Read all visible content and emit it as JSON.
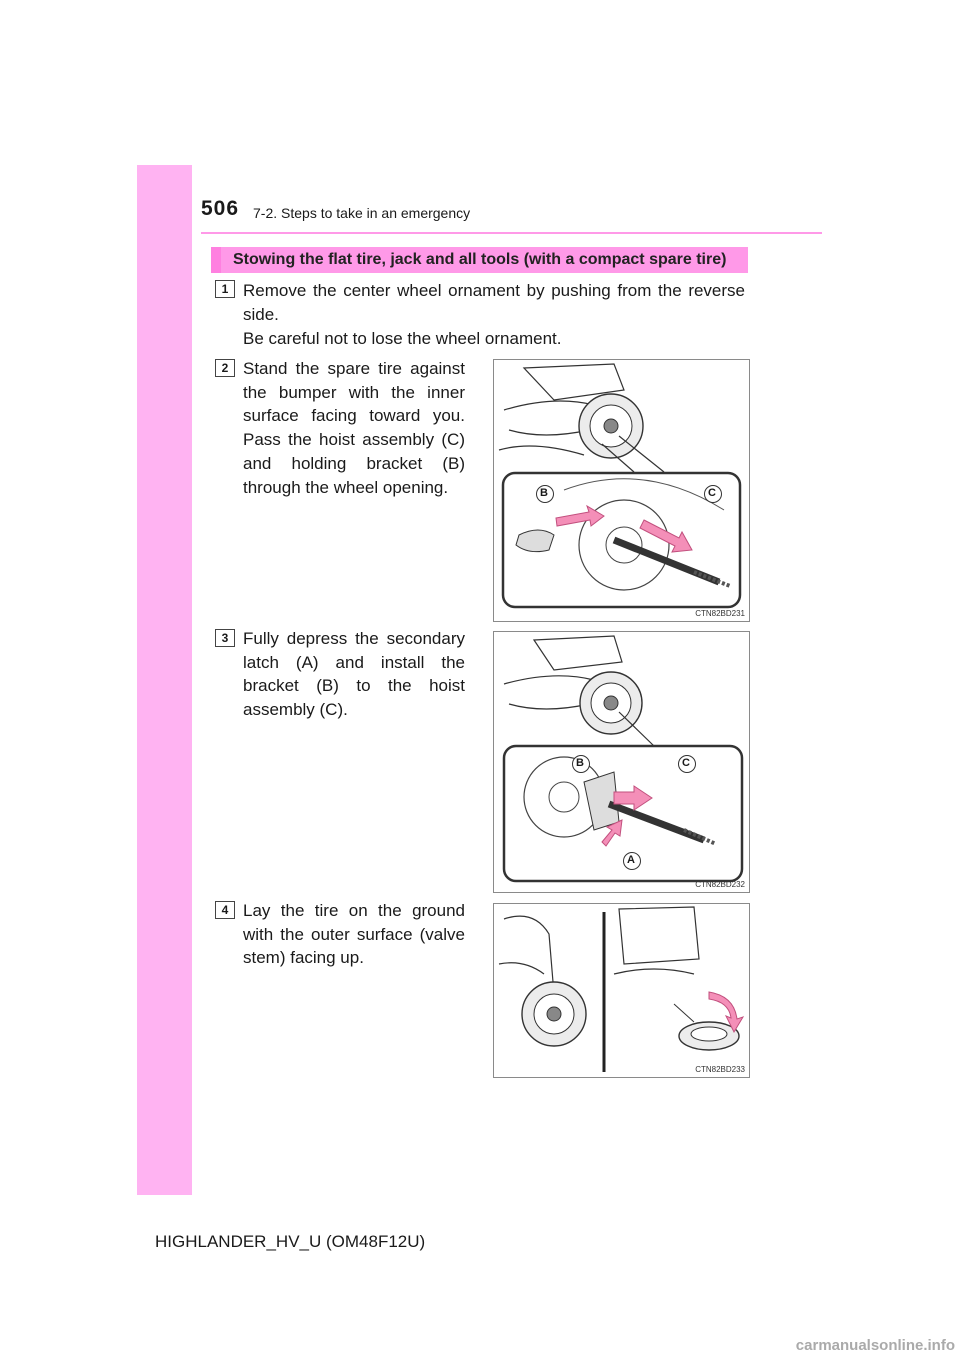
{
  "header": {
    "page_number": "506",
    "section_title": "7-2. Steps to take in an emergency"
  },
  "banner_title": "Stowing the flat tire, jack and all tools (with a compact spare tire)",
  "steps": [
    {
      "number": "1",
      "text": "Remove the center wheel ornament by pushing from the reverse side.",
      "note": "Be careful not to lose the wheel ornament."
    },
    {
      "number": "2",
      "text": "Stand the spare tire against the bumper with the inner surface facing toward you. Pass the hoist assembly (C) and holding bracket (B) through the wheel opening."
    },
    {
      "number": "3",
      "text": "Fully depress the secondary latch (A) and install the bracket (B) to the hoist assembly (C)."
    },
    {
      "number": "4",
      "text": "Lay the tire on the ground with the outer surface (valve stem) facing up."
    }
  ],
  "figures": [
    {
      "code": "CTN82BD231",
      "labels": [
        "B",
        "C"
      ]
    },
    {
      "code": "CTN82BD232",
      "labels": [
        "B",
        "C",
        "A"
      ]
    },
    {
      "code": "CTN82BD233"
    }
  ],
  "colors": {
    "accent_pink": "#ff99e8",
    "sidebar_pink": "#ffb3f2",
    "arrow_pink": "#f48fb8"
  },
  "footer": "HIGHLANDER_HV_U (OM48F12U)",
  "watermark": "carmanualsonline.info"
}
